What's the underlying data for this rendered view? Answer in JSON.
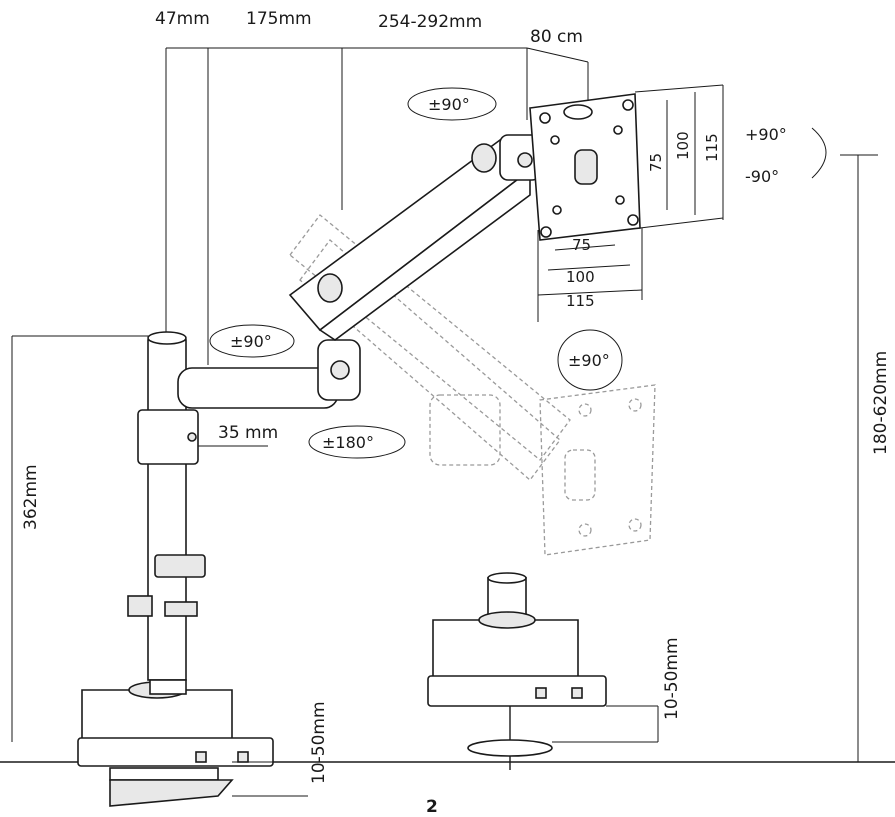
{
  "dimensions": {
    "pole_offset": "47mm",
    "arm_segment": "175mm",
    "arm_extension": "254-292mm",
    "tilt_offset": "80 cm",
    "pole_height": "362mm",
    "pole_diameter": "35 mm",
    "total_height": "180-620mm",
    "clamp_range_left": "10-50mm",
    "clamp_range_right": "10-50mm"
  },
  "rotations": {
    "top_swivel": "±90°",
    "arm_joint": "±90°",
    "base_swivel": "±180°",
    "screen_rotation": "±90°",
    "tilt_up": "+90°",
    "tilt_down": "-90°"
  },
  "vesa": {
    "horizontal": [
      "75",
      "100",
      "115"
    ],
    "vertical": [
      "75",
      "100",
      "115"
    ]
  },
  "page_number": "2"
}
